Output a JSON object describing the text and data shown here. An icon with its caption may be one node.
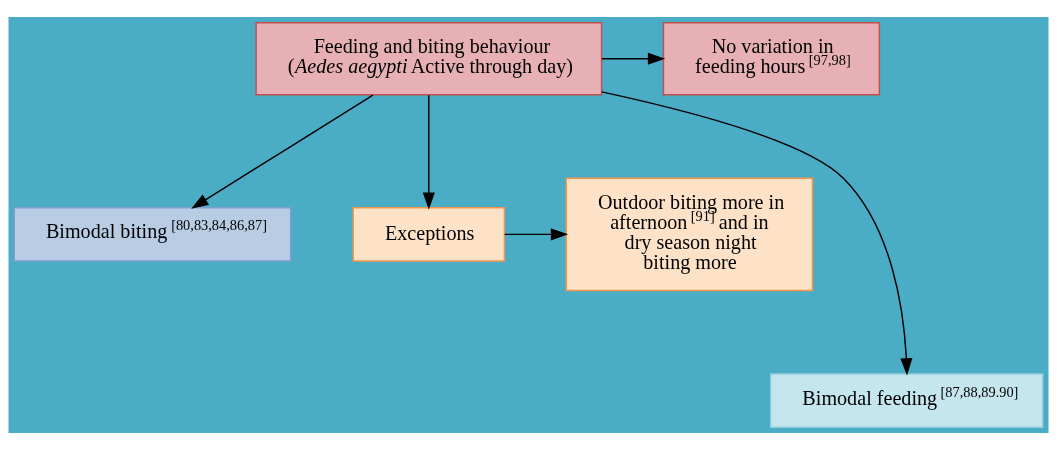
{
  "diagram": {
    "nodes": [
      {
        "text": [
          "Feeding and biting behaviour (*Aedes aegypti* Active through day)"
        ]
      },
      {
        "text": [
          "No variation in feeding hours $^{[97,98]}$"
        ]
      },
      {
        "text": [
          "Bimodal biting $^{[80,83,84,86,87]}$"
        ]
      },
      {
        "text": [
          "Exceptions"
        ]
      },
      {
        "text": [
          "Outdoor biting more in afternoon $^{[91]}$ and in dry season night biting more"
        ]
      },
      {
        "text": [
          "Bimodal feeding $^{[87,88,89.90]}$"
        ]
      }
    ],
    "edges": [
      {
        "from": 0,
        "to": 1,
        "arrow": "to"
      },
      {
        "from": 0,
        "to": 2,
        "arrow": "to"
      },
      {
        "from": 0,
        "to": 5,
        "arrow": "to"
      },
      {
        "from": 0,
        "to": 3,
        "arrow": "to"
      },
      {
        "from": 3,
        "to": 4,
        "arrow": "to"
      }
    ]
  }
}
